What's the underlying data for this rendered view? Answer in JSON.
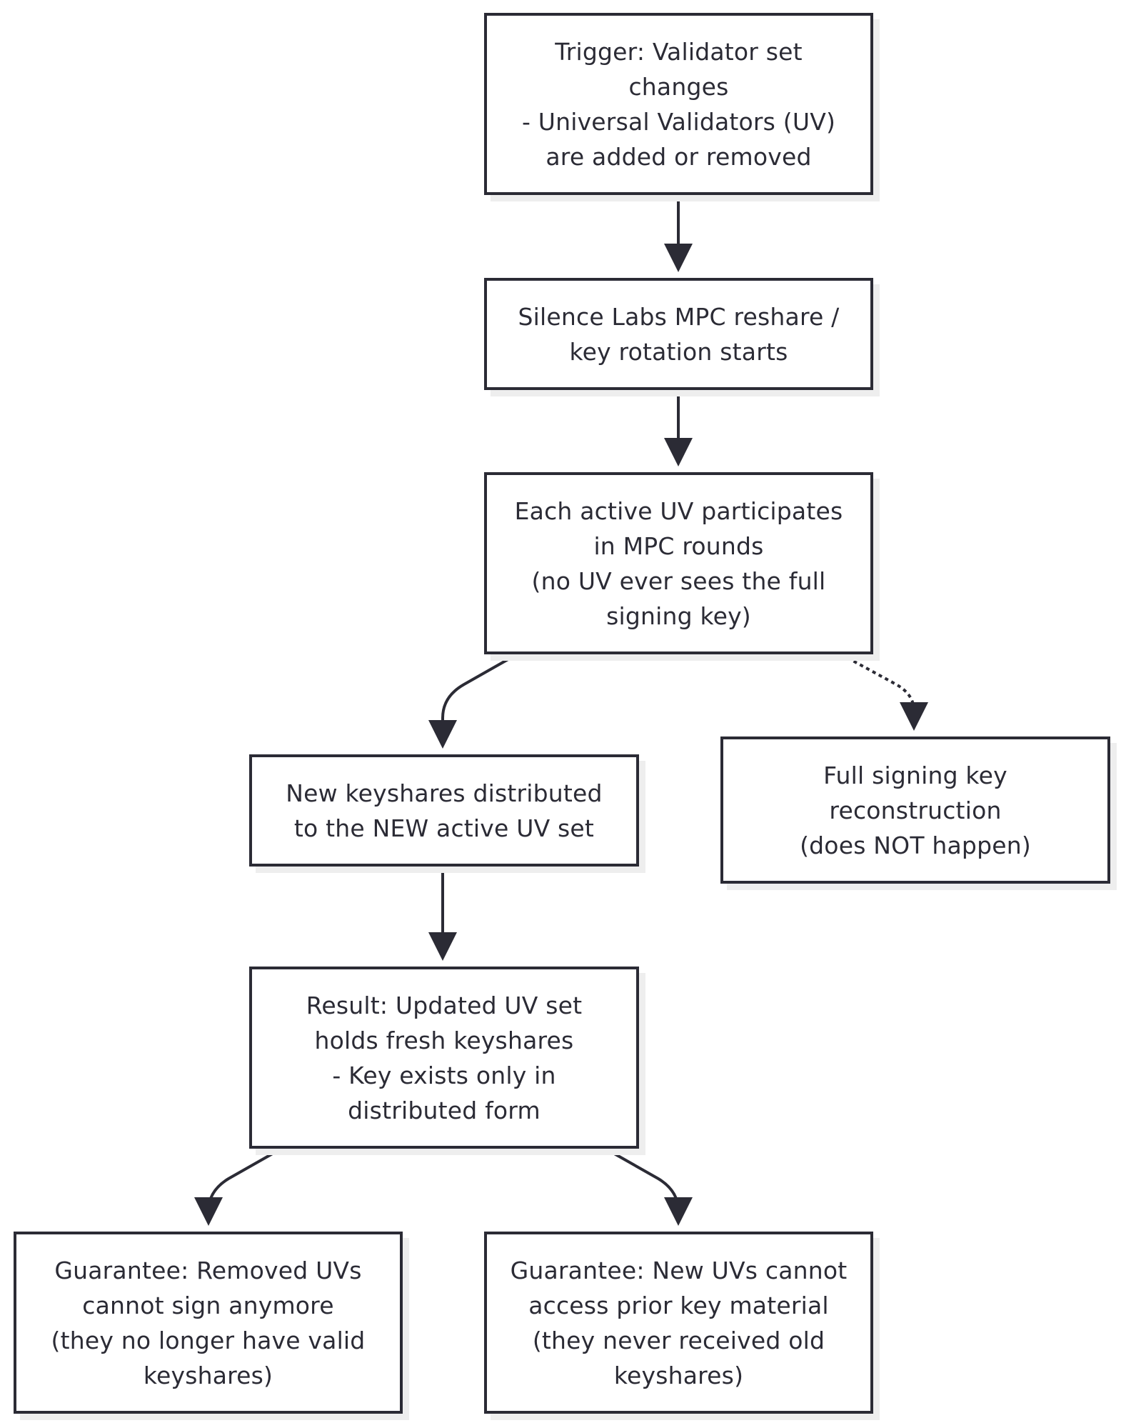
{
  "diagram": {
    "colors": {
      "stroke": "#2b2b35",
      "text": "#2b2b35",
      "node_fill": "#ffffff",
      "shadow": "#eeeeee"
    },
    "nodes": {
      "trigger": "Trigger: Validator set\nchanges\n- Universal Validators (UV)\nare added or removed",
      "reshare": "Silence Labs MPC reshare /\nkey rotation starts",
      "participate": "Each active UV participates\nin MPC rounds\n(no UV ever sees the full\nsigning key)",
      "distribute": "New keyshares distributed\nto the NEW active UV set",
      "reconstruction": "Full signing key\nreconstruction\n(does NOT happen)",
      "result": "Result: Updated UV set\nholds fresh keyshares\n- Key exists only in\ndistributed form",
      "guarantee_removed": "Guarantee: Removed UVs\ncannot sign anymore\n(they no longer have valid\nkeyshares)",
      "guarantee_new": "Guarantee: New UVs cannot\naccess prior key material\n(they never received old\nkeyshares)"
    },
    "edges": [
      {
        "from": "trigger",
        "to": "reshare",
        "style": "solid"
      },
      {
        "from": "reshare",
        "to": "participate",
        "style": "solid"
      },
      {
        "from": "participate",
        "to": "distribute",
        "style": "solid"
      },
      {
        "from": "participate",
        "to": "reconstruction",
        "style": "dotted"
      },
      {
        "from": "distribute",
        "to": "result",
        "style": "solid"
      },
      {
        "from": "result",
        "to": "guarantee_removed",
        "style": "solid"
      },
      {
        "from": "result",
        "to": "guarantee_new",
        "style": "solid"
      }
    ]
  }
}
